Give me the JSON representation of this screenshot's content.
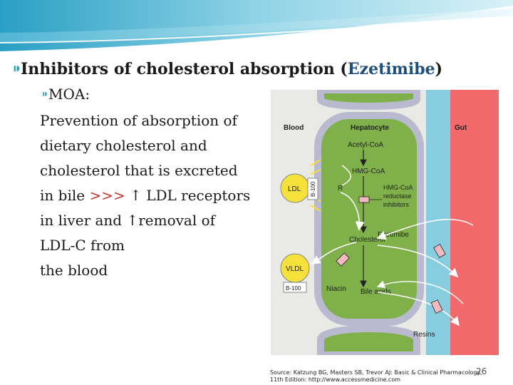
{
  "slide": {
    "title_prefix": "Inhibitors of cholesterol absorption (",
    "title_drug": "Ezetimibe",
    "title_suffix": ")",
    "moa_label": "MOA:",
    "body_lines": [
      "Prevention of absorption of",
      "dietary cholesterol and",
      "cholesterol that is excreted"
    ],
    "body_line4_a": "in bile ",
    "body_line4_accent": ">>>",
    "body_line4_b": " ↑ LDL receptors",
    "body_line5": " in liver and ↑removal of",
    "body_line6": "LDL-C from",
    "body_line7": "the blood",
    "slide_number": "26"
  },
  "figure": {
    "labels": {
      "blood": "Blood",
      "hepatocyte": "Hepatocyte",
      "gut": "Gut",
      "acetyl_coa": "Acetyl-CoA",
      "hmg_coa": "HMG-CoA",
      "receptor": "R",
      "hmg_reductase_line1": "HMG-CoA",
      "hmg_reductase_line2": "reductase",
      "hmg_reductase_line3": "inhibitors",
      "ezetimibe": "Ezetimibe",
      "cholesterol": "Cholesterol",
      "niacin": "Niacin",
      "bile_acids": "Bile acids",
      "resins": "Resins",
      "ldl": "LDL",
      "b100c": "B-100",
      "vldl": "VLDL",
      "b100": "B-100"
    },
    "source_line1": "Source: Katzung BG, Masters SB, Trevor AJ: Basic & Clinical Pharmacology,",
    "source_line2": "11th Edition: http://www.accessmedicine.com"
  },
  "colors": {
    "blood_bg": "#e9e9e5",
    "cell_green": "#7fb04a",
    "membrane_grey": "#b9b9cf",
    "bile_blue": "#86cde0",
    "gut_red": "#f1696b",
    "lipoprotein_yellow": "#f6e03a"
  }
}
